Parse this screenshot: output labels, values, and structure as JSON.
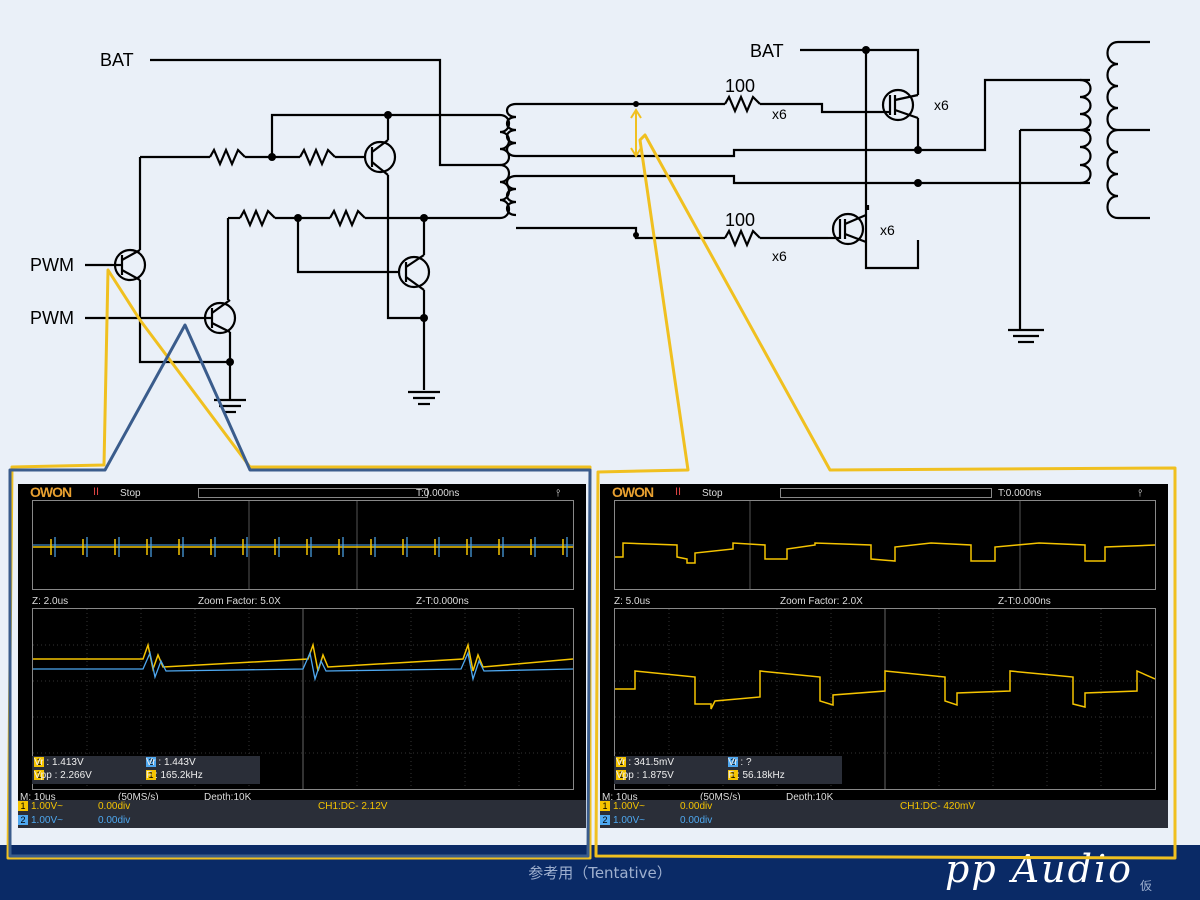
{
  "schematic": {
    "labels": {
      "bat_left": "BAT",
      "bat_right": "BAT",
      "pwm_top": "PWM",
      "pwm_bottom": "PWM",
      "r_top": "100",
      "r_bottom": "100",
      "x6_r_top": "x6",
      "x6_r_bottom": "x6",
      "x6_fet_top": "x6",
      "x6_fet_bottom": "x6"
    }
  },
  "scope_left": {
    "brand": "OWON",
    "pause": "II",
    "status": "Stop",
    "trigger_time": "T:0.000ns",
    "zoom_timebase": "Z: 2.0us",
    "zoom_factor": "Zoom Factor: 5.0X",
    "zoom_time": "Z-T:0.000ns",
    "meas": {
      "ch1_vr": "Vr : 1.413V",
      "ch2_vr": "Vr : 1.443V",
      "ch1_vpp": "Vpp : 2.266V",
      "ch1_f": "F : 165.2kHz"
    },
    "timebase": "M: 10us",
    "sample_rate": "(50MS/s)",
    "depth": "Depth:10K",
    "ch1_scale": "1.00V~",
    "ch1_offset": "0.00div",
    "ch2_scale": "1.00V~",
    "ch2_offset": "0.00div",
    "trigger_info": "CH1:DC- 2.12V"
  },
  "scope_right": {
    "brand": "OWON",
    "pause": "II",
    "status": "Stop",
    "trigger_time": "T:0.000ns",
    "zoom_timebase": "Z: 5.0us",
    "zoom_factor": "Zoom Factor: 2.0X",
    "zoom_time": "Z-T:0.000ns",
    "meas": {
      "ch1_vr": "Vr : 341.5mV",
      "ch2_vr": "Vr : ?",
      "ch1_vpp": "Vpp : 1.875V",
      "ch1_f": "F : 56.18kHz"
    },
    "timebase": "M: 10us",
    "sample_rate": "(50MS/s)",
    "depth": "Depth:10K",
    "ch1_scale": "1.00V~",
    "ch1_offset": "0.00div",
    "ch2_scale": "1.00V~",
    "ch2_offset": "0.00div",
    "trigger_info": "CH1:DC- 420mV"
  },
  "footer": {
    "center_text": "参考用（Tentative）",
    "brand": "pp Audio",
    "tag": "仮"
  },
  "colors": {
    "ch1": "#f5c400",
    "ch2": "#4ea8f0",
    "callout_yellow": "#f0c020",
    "callout_blue": "#3a5c8c",
    "footer_bg": "#0a2a66"
  }
}
